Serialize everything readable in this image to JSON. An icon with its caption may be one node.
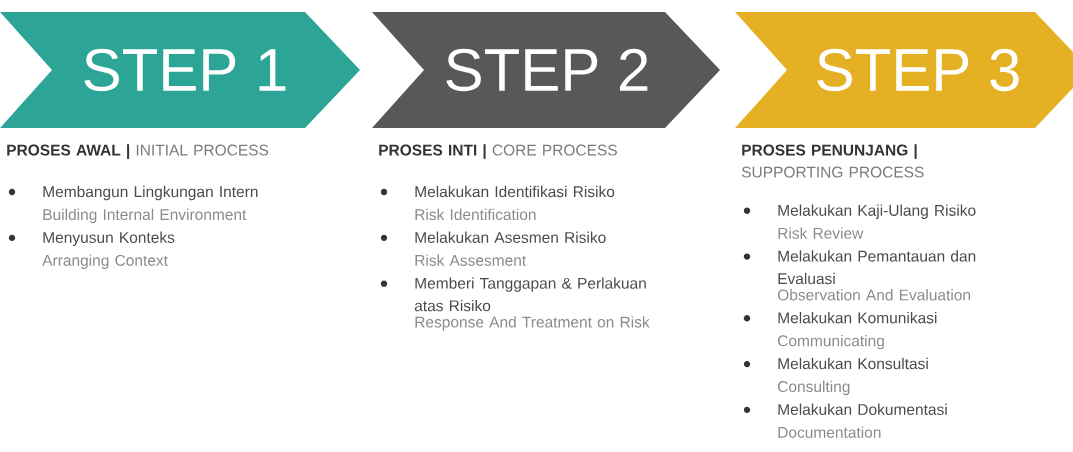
{
  "diagram": {
    "nodes": [
      {
        "text": [
          "STEP 1"
        ],
        "beside": [
          "**PROSES AWAL |** INITIAL PROCESS",
          "Membangun Lingkungan Intern",
          "Building Internal Environment",
          "Menyusun Konteks",
          "Arranging Context"
        ]
      },
      {
        "text": [
          "STEP 2"
        ],
        "beside": [
          "**PROSES INTI |** CORE PROCESS",
          "Melakukan Identifikasi Risiko",
          "Risk Identification",
          "Melakukan Asesmen Risiko",
          "Risk Assesment",
          "Memberi Tanggapan & Perlakuan atas Risiko",
          "Response And Treatment on Risk"
        ]
      },
      {
        "text": [
          "STEP 3"
        ],
        "beside": [
          "**PROSES PENUNJANG |** SUPPORTING PROCESS",
          "Melakukan Kaji-Ulang Risiko",
          "Risk Review",
          "Melakukan Pemantauan dan Evaluasi",
          "Observation And Evaluation",
          "Melakukan Komunikasi",
          "Communicating",
          "Melakukan Konsultasi",
          "Consulting",
          "Melakukan Dokumentasi",
          "Documentation"
        ]
      }
    ]
  }
}
